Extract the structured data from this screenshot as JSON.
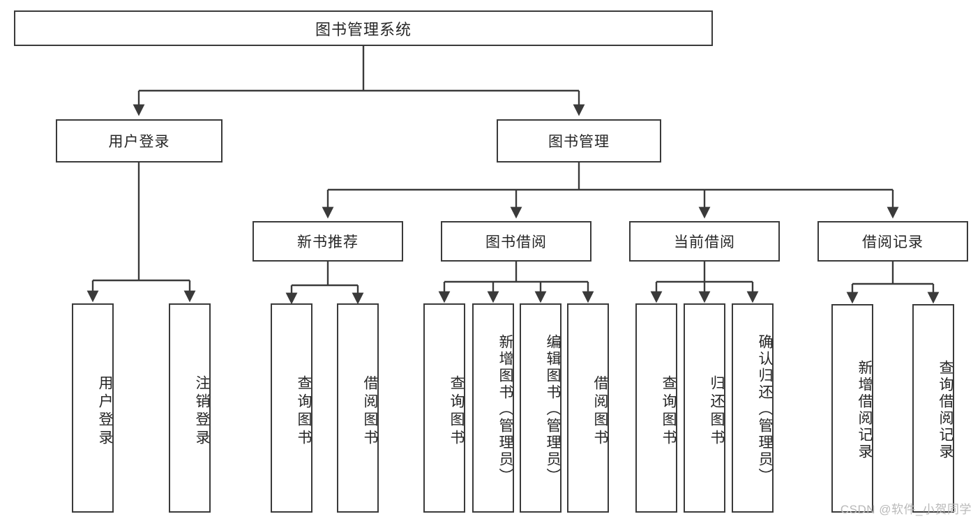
{
  "diagram": {
    "title": "图书管理系统",
    "type": "tree-hierarchy-functional-structure",
    "root": {
      "label": "图书管理系统"
    },
    "level2": [
      {
        "label": "用户登录"
      },
      {
        "label": "图书管理"
      }
    ],
    "level3": [
      {
        "label": "新书推荐"
      },
      {
        "label": "图书借阅"
      },
      {
        "label": "当前借阅"
      },
      {
        "label": "借阅记录"
      }
    ],
    "leaves": {
      "user_login": [
        {
          "label": "用户登录"
        },
        {
          "label": "注销登录"
        }
      ],
      "new_book_recommend": [
        {
          "label": "查询图书"
        },
        {
          "label": "借阅图书"
        }
      ],
      "book_borrow": [
        {
          "label": "查询图书"
        },
        {
          "label": "新增图书（管理员）"
        },
        {
          "label": "编辑图书（管理员）"
        },
        {
          "label": "借阅图书"
        }
      ],
      "current_borrow": [
        {
          "label": "查询图书"
        },
        {
          "label": "归还图书"
        },
        {
          "label": "确认归还（管理员）"
        }
      ],
      "borrow_record": [
        {
          "label": "新增借阅记录"
        },
        {
          "label": "查询借阅记录"
        }
      ]
    }
  },
  "watermark": {
    "text": "CSDN @软件_小贺同学"
  },
  "colors": {
    "stroke": "#3a3a3a",
    "text": "#262626",
    "background": "#ffffff",
    "watermark": "#b9b9b9"
  }
}
